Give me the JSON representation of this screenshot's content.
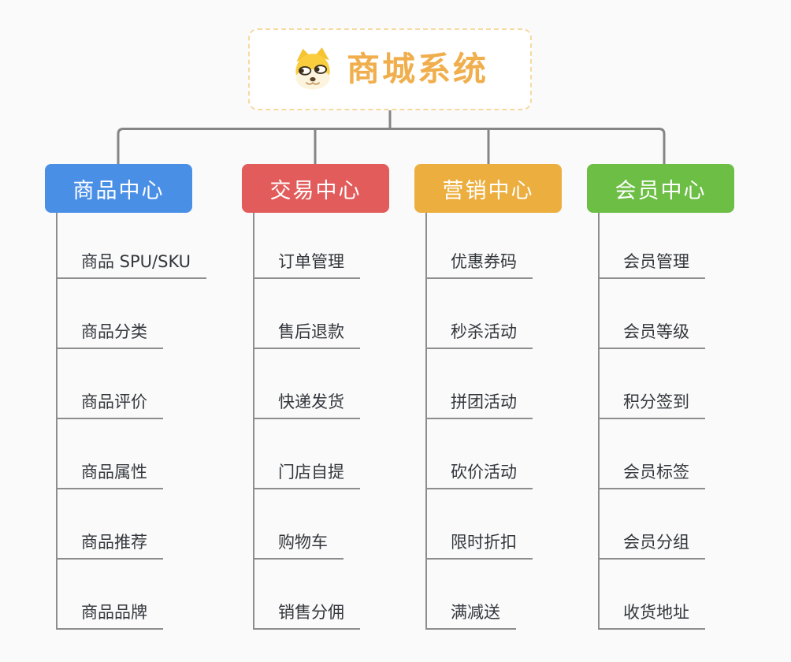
{
  "canvas": {
    "background": "#fafafa",
    "line_color": "#858585"
  },
  "root": {
    "label": "商城系统",
    "icon": "doge-icon",
    "accent_color": "#f0ae4c",
    "border_color": "#f7d9a0"
  },
  "branches": [
    {
      "label": "商品中心",
      "color": "#4a8fe6",
      "children": [
        "商品 SPU/SKU",
        "商品分类",
        "商品评价",
        "商品属性",
        "商品推荐",
        "商品品牌"
      ]
    },
    {
      "label": "交易中心",
      "color": "#e25c5c",
      "children": [
        "订单管理",
        "售后退款",
        "快递发货",
        "门店自提",
        "购物车",
        "销售分佣"
      ]
    },
    {
      "label": "营销中心",
      "color": "#ecae3e",
      "children": [
        "优惠券码",
        "秒杀活动",
        "拼团活动",
        "砍价活动",
        "限时折扣",
        "满减送"
      ]
    },
    {
      "label": "会员中心",
      "color": "#6cbe45",
      "children": [
        "会员管理",
        "会员等级",
        "积分签到",
        "会员标签",
        "会员分组",
        "收货地址"
      ]
    }
  ]
}
